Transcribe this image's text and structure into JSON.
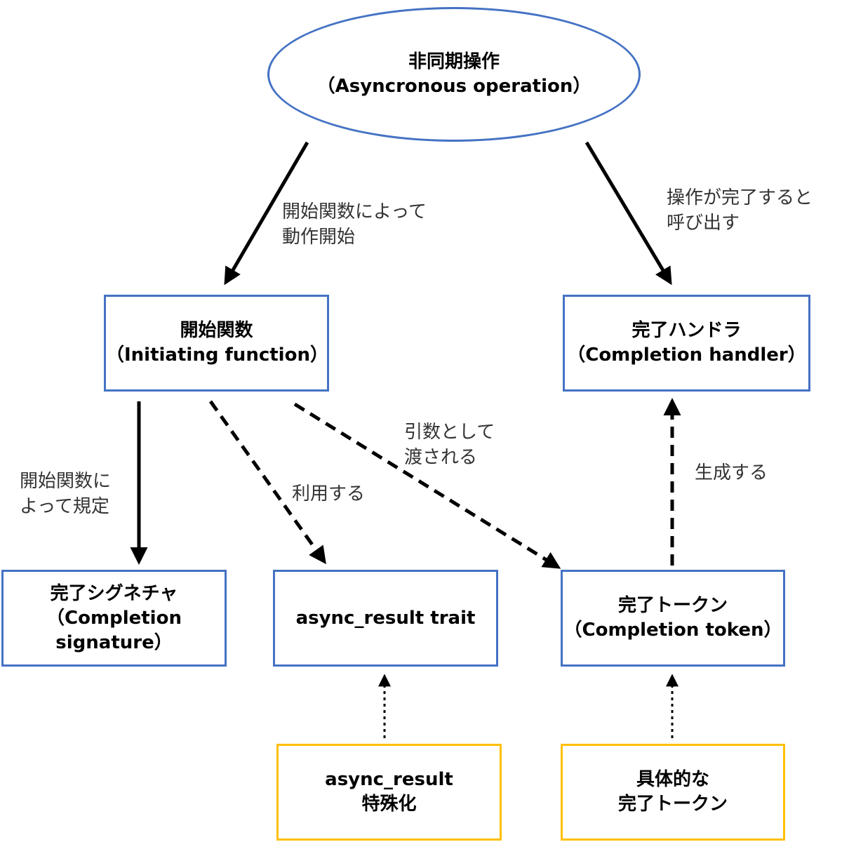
{
  "nodes": {
    "async_operation": {
      "line1": "非同期操作",
      "line2": "（Asyncronous operation）"
    },
    "initiating_function": {
      "line1": "開始関数",
      "line2": "（Initiating function）"
    },
    "completion_handler": {
      "line1": "完了ハンドラ",
      "line2": "（Completion handler）"
    },
    "completion_signature": {
      "line1": "完了シグネチャ",
      "line2": "（Completion",
      "line3": "signature）"
    },
    "async_result_trait": {
      "line1": "async_result trait"
    },
    "completion_token": {
      "line1": "完了トークン",
      "line2": "（Completion token）"
    },
    "async_result_specialization": {
      "line1": "async_result",
      "line2": "特殊化"
    },
    "concrete_completion_token": {
      "line1": "具体的な",
      "line2": "完了トークン"
    }
  },
  "edge_labels": {
    "start_by_initiating": {
      "line1": "開始関数によって",
      "line2": "動作開始"
    },
    "called_on_completion": {
      "line1": "操作が完了すると",
      "line2": "呼び出す"
    },
    "defined_by_initiating": {
      "line1": "開始関数に",
      "line2": "よって規定"
    },
    "uses": {
      "line1": "利用する"
    },
    "passed_as_argument": {
      "line1": "引数として",
      "line2": "渡される"
    },
    "generates": {
      "line1": "生成する"
    }
  },
  "colors": {
    "box_border_primary": "#4472C4",
    "box_border_secondary": "#FFC000",
    "arrow": "#000000"
  }
}
